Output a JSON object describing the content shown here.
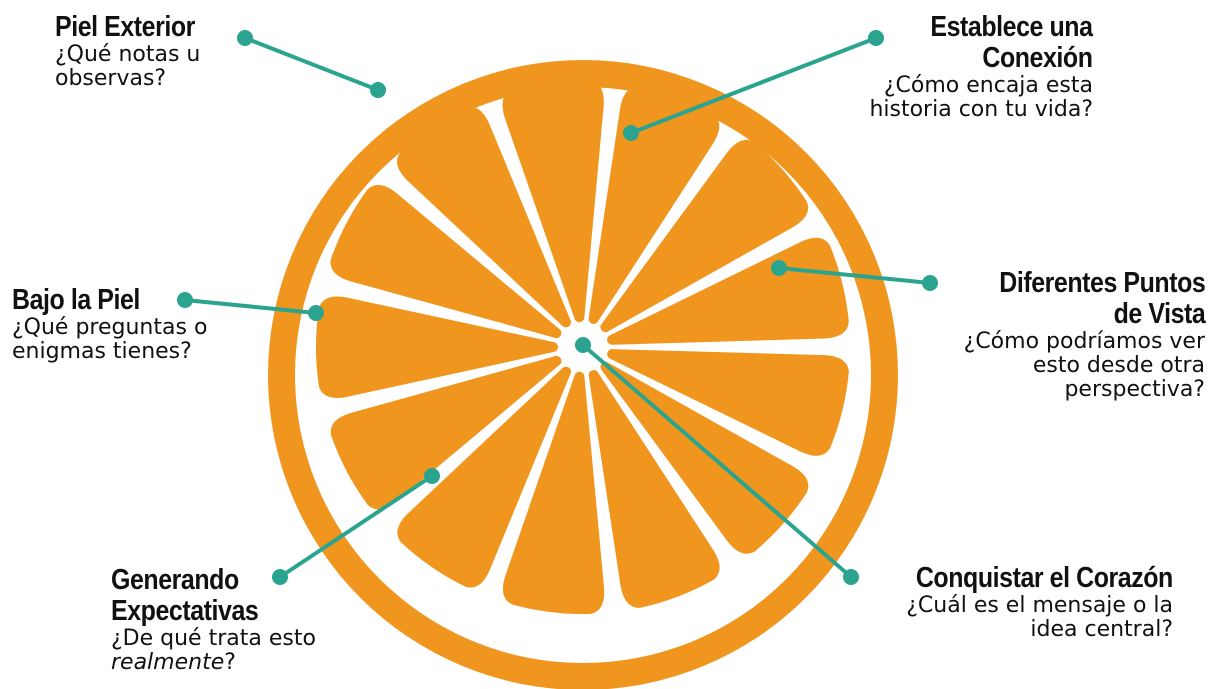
{
  "colors": {
    "orange": "#F0961E",
    "pith": "#FFFFFF",
    "connector": "#2AA38F",
    "text": "#111111"
  },
  "labels": {
    "piel_exterior": {
      "title": "Piel Exterior",
      "desc_1": "¿Qué notas u",
      "desc_2": "observas?"
    },
    "bajo_la_piel": {
      "title": "Bajo la Piel",
      "desc_1": "¿Qué preguntas o",
      "desc_2": "enigmas tienes?"
    },
    "generando_expectativas": {
      "title_1": "Generando",
      "title_2": "Expectativas",
      "desc_1": "¿De qué trata esto",
      "desc_2_italic": "realmente",
      "desc_2_end": "?"
    },
    "establece_conexion": {
      "title_1": "Establece una",
      "title_2": "Conexión",
      "desc_1": "¿Cómo encaja esta",
      "desc_2": "historia con tu vida?"
    },
    "diferentes_puntos": {
      "title_1": "Diferentes Puntos",
      "title_2": "de Vista",
      "desc_1": "¿Cómo podríamos ver",
      "desc_2": "esto desde otra",
      "desc_3": "perspectiva?"
    },
    "conquistar_corazon": {
      "title": "Conquistar el Corazón",
      "desc_1": "¿Cuál es el mensaje o la",
      "desc_2": "idea central?"
    }
  }
}
